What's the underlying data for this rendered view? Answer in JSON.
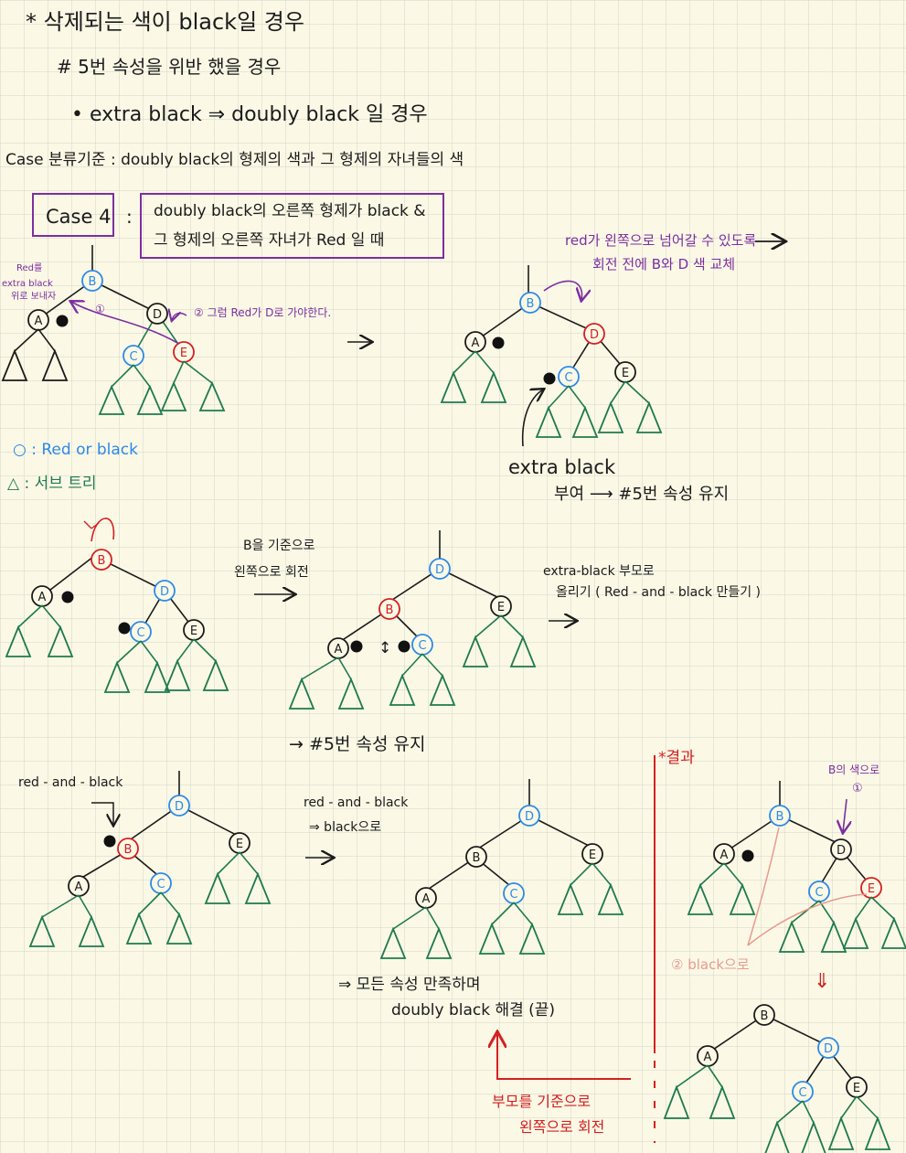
{
  "colors": {
    "paper": "#fbf8e6",
    "grid": "#d3d6cb",
    "ink": "#1b1b1b",
    "blue": "#2d8ae6",
    "red": "#d42020",
    "green": "#1f7a4d",
    "purple": "#7b2fa0",
    "pink": "#e89a8e"
  },
  "header": {
    "line1": "* 삭제되는 색이 black일 경우",
    "line2": "# 5번 속성을 위반 했을 경우",
    "line3": "• extra black ⇒ doubly black 일 경우",
    "line4": "Case 분류기준 : doubly black의 형제의 색과 그 형제의 자녀들의 색"
  },
  "case_box": {
    "label": "Case 4",
    "colon": ":",
    "desc1": "doubly black의 오른쪽 형제가 black &",
    "desc2": "그 형제의 오른쪽 자녀가 Red 일 때"
  },
  "notes": {
    "red_extra_1": "Red를",
    "red_extra_2": "extra black",
    "red_extra_3": "위로 보내자",
    "step_num": "①",
    "step2_note": "② 그럼 Red가 D로 가야한다.",
    "arrow_right": "⟶",
    "top_right_1": "red가 왼쪽으로 넘어갈 수 있도록",
    "top_right_2": "회전 전에 B와 D 색 교체",
    "extra_black_label": "extra black",
    "give_label": "부여 ⟶ #5번 속성 유지",
    "legend_circle": "○ : Red or black",
    "legend_tri": "△ : 서브 트리",
    "rotate_1": "B을 기준으로",
    "rotate_2": "왼쪽으로 회전",
    "eb_up_1": "extra-black 부모로",
    "eb_up_2": "올리기 ( Red - and - black 만들기 )",
    "swap_mark": "↕",
    "keep5": "→ #5번 속성 유지",
    "rab_label": "red - and - black",
    "rab_to_black_1": "red - and - black",
    "rab_to_black_2": "⇒ black으로",
    "all_ok_1": "⇒ 모든 속성 만족하며",
    "all_ok_2": "doubly black 해결 (끝)",
    "parent_rot_1": "부모를 기준으로",
    "parent_rot_2": "왼쪽으로 회전",
    "result_label": "*결과",
    "b_color_1": "B의 색으로",
    "b_color_2": "①",
    "black_label": "② black으로",
    "down_arrow": "⇓"
  },
  "node_labels": {
    "A": "A",
    "B": "B",
    "C": "C",
    "D": "D",
    "E": "E"
  }
}
